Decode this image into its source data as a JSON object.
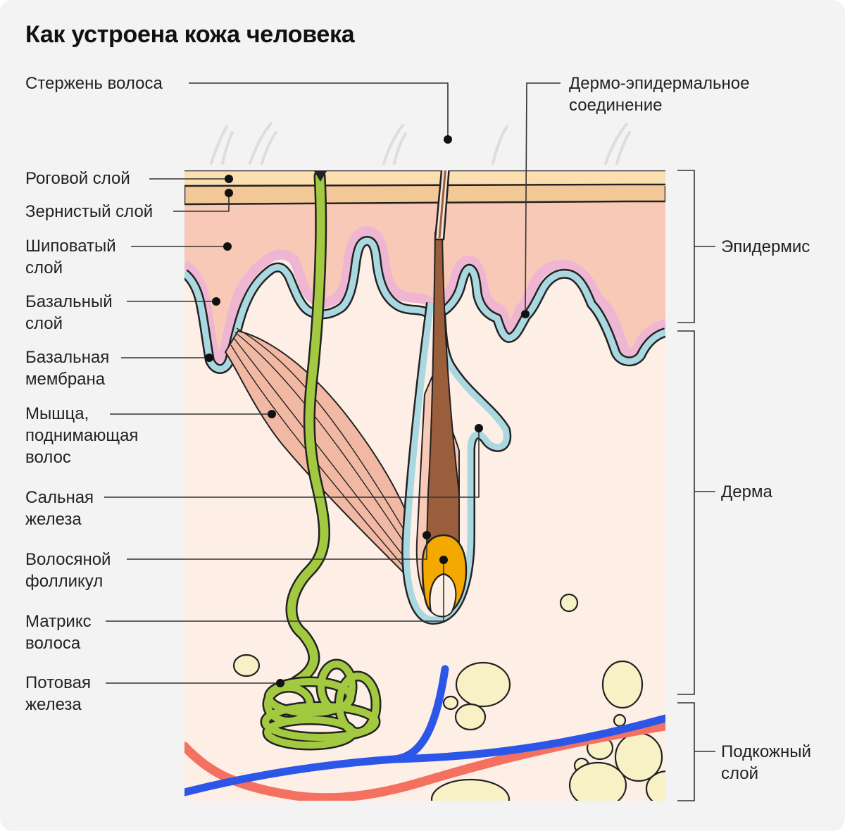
{
  "title": "Как устроена кожа человека",
  "labels": {
    "hair_shaft": [
      "Стержень волоса"
    ],
    "dej": [
      "Дермо-эпидермальное",
      "соединение"
    ],
    "stratum_corneum": [
      "Роговой слой"
    ],
    "stratum_granulosum": [
      "Зернистый слой"
    ],
    "stratum_spinosum": [
      "Шиповатый",
      "слой"
    ],
    "stratum_basale": [
      "Базальный",
      "слой"
    ],
    "basement_membrane": [
      "Базальная",
      "мембрана"
    ],
    "arrector_muscle": [
      "Мышца,",
      "поднимающая",
      "волос"
    ],
    "sebaceous_gland": [
      "Сальная",
      "железа"
    ],
    "hair_follicle": [
      "Волосяной",
      "фолликул"
    ],
    "hair_matrix": [
      "Матрикс",
      "волоса"
    ],
    "sweat_gland": [
      "Потовая",
      "железа"
    ],
    "epidermis": [
      "Эпидермис"
    ],
    "dermis": [
      "Дерма"
    ],
    "subcutis": [
      "Подкожный",
      "слой"
    ]
  },
  "colors": {
    "corneum": "#fbdfb0",
    "granulosum": "#f2c996",
    "spinosum": "#f8c9b6",
    "dermis": "#fdeee6",
    "basal": "#a9d8e0",
    "membrane": "#eeb6d2",
    "sweat": "#a3c940",
    "fat": "#f8f1c6",
    "vein": "#2c56e8",
    "artery": "#f47060",
    "hair": "#9b5e3c",
    "matrix": "#f4a900",
    "muscle": "#f1b9a3"
  }
}
